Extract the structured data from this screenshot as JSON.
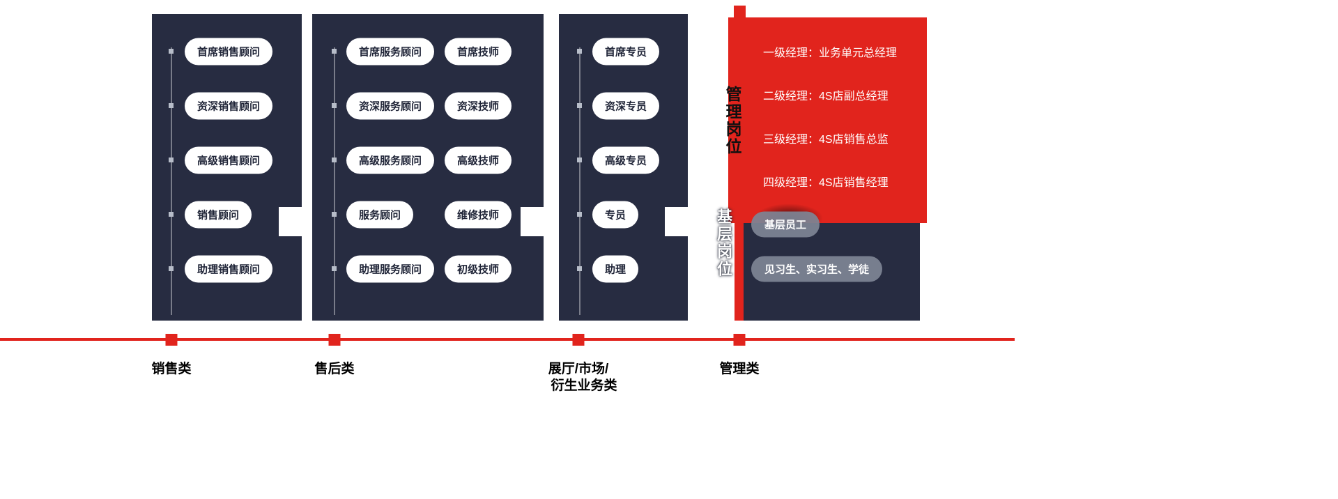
{
  "colors": {
    "panel_navy": "#272C41",
    "accent_red": "#E1241D",
    "pill_text_navy": "#1F2437",
    "gray_pill_bg": "#7E8494"
  },
  "ladders": {
    "sales": {
      "items": [
        "首席销售顾问",
        "资深销售顾问",
        "高级销售顾问",
        "销售顾问",
        "助理销售顾问"
      ]
    },
    "service": {
      "items": [
        "首席服务顾问",
        "资深服务顾问",
        "高级服务顾问",
        "服务顾问",
        "助理服务顾问"
      ]
    },
    "technician": {
      "items": [
        "首席技师",
        "资深技师",
        "高级技师",
        "维修技师",
        "初级技师"
      ]
    },
    "specialist": {
      "items": [
        "首席专员",
        "资深专员",
        "高级专员",
        "专员",
        "助理"
      ]
    }
  },
  "management": {
    "vertical_label": "管理岗位",
    "levels": [
      "一级经理：业务单元总经理",
      "二级经理：4S店副总经理",
      "三级经理：4S店销售总监",
      "四级经理：4S店销售经理"
    ]
  },
  "grassroots": {
    "vertical_label": "基层岗位",
    "items": [
      "基层员工",
      "见习生、实习生、学徒"
    ]
  },
  "timeline_labels": {
    "sales": "销售类",
    "aftersales": "售后类",
    "functional_line1": "展厅/市场/",
    "functional_line2": "衍生业务类",
    "management": "管理类"
  }
}
